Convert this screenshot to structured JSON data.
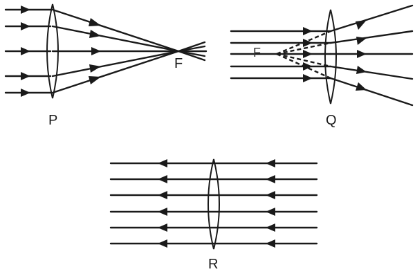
{
  "labels": {
    "lens_p": "P",
    "lens_q": "Q",
    "lens_r": "R",
    "focus_p": "F",
    "focus_q": "F"
  },
  "colors": {
    "stroke": "#1a1a1a",
    "background": "#ffffff"
  }
}
